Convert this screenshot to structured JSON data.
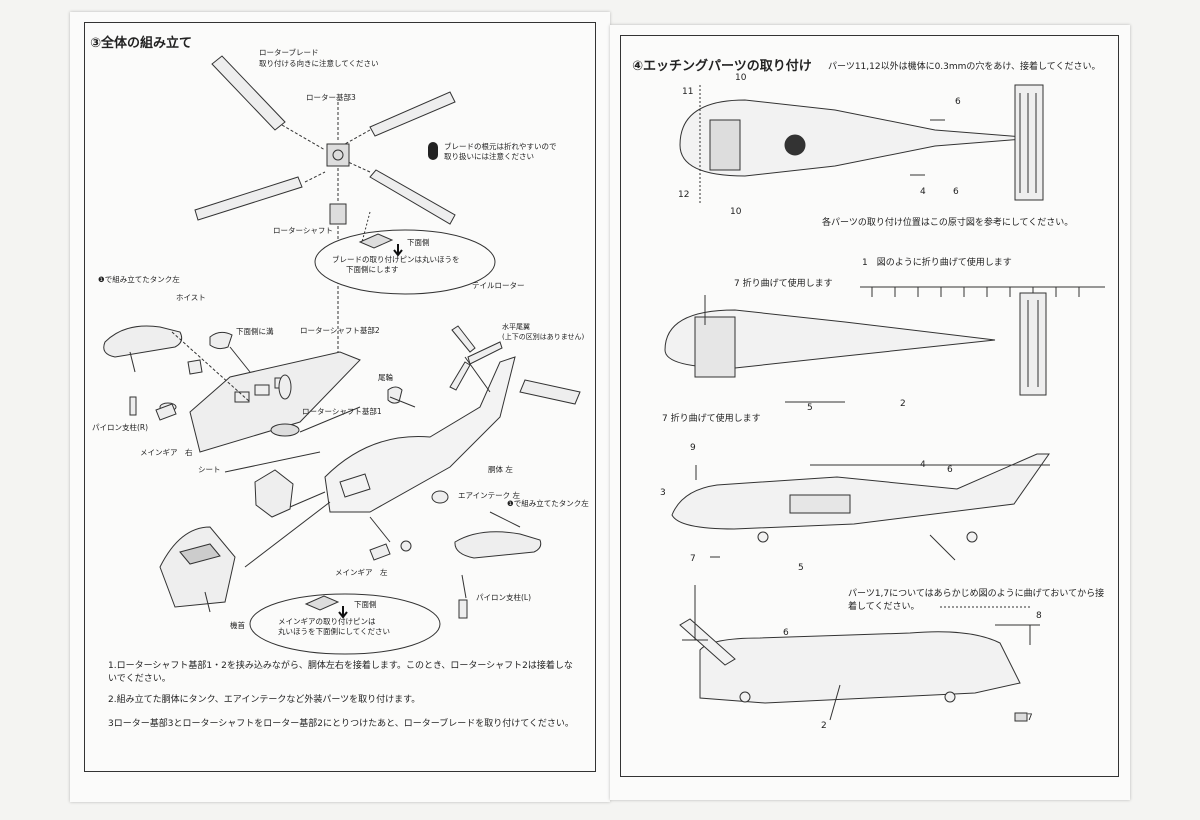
{
  "left_page": {
    "section_title": "③全体の組み立て",
    "labels": {
      "rotor_blade": "ローターブレード",
      "rotor_blade_note": "取り付ける向きに注意してください",
      "rotor_hub3": "ローター基部3",
      "rotor_shaft": "ローターシャフト",
      "blade_caution_1": "ブレードの根元は折れやすいので",
      "blade_caution_2": "取り扱いには注意ください",
      "bottom_side_top": "下面側",
      "blade_pin_note_1": "ブレードの取り付けピンは丸いほうを",
      "blade_pin_note_2": "下面側にします",
      "tank_left_assembled": "❶で組み立てたタンク左",
      "hoist": "ホイスト",
      "groove_bottom": "下面側に溝",
      "rotor_shaft_base2": "ローターシャフト基部2",
      "tail_rotor": "テイルローター",
      "h_stabilizer": "水平尾翼",
      "h_stabilizer_note": "(上下の区別はありません)",
      "tail_wheel": "尾輪",
      "rotor_shaft_base1": "ローターシャフト基部1",
      "pylon_r": "パイロン支柱(R)",
      "main_gear_r": "メインギア　右",
      "seat": "シート",
      "fuselage_left": "胴体 左",
      "air_intake_left": "エアインテーク 左",
      "tank_left_assembled_2": "❶で組み立てたタンク左",
      "main_gear_l": "メインギア　左",
      "pylon_l": "パイロン支柱(L)",
      "nose": "機首",
      "bottom_side_bottom": "下面側",
      "gear_pin_note_1": "メインギアの取り付けピンは",
      "gear_pin_note_2": "丸いほうを下面側にしてください"
    },
    "instructions": [
      "1.ローターシャフト基部1・2を挟み込みながら、胴体左右を接着します。このとき、ローターシャフト2は接着しないでください。",
      "2.組み立てた胴体にタンク、エアインテークなど外装パーツを取り付けます。",
      "3ローター基部3とローターシャフトをローター基部2にとりつけたあと、ローターブレードを取り付けてください。"
    ]
  },
  "right_page": {
    "section_title": "④エッチングパーツの取り付け",
    "header_note": "パーツ11,12以外は機体に0.3mmの穴をあけ、接着してください。",
    "reference_note": "各パーツの取り付け位置はこの原寸図を参考にしてください。",
    "bend_note_1": "1　図のように折り曲げて使用します",
    "bend_note_7a": "7 折り曲げて使用します",
    "bend_note_7b": "7 折り曲げて使用します",
    "prebend_note_1": "パーツ1,7についてはあらかじめ図のように曲げておいてから接",
    "prebend_note_2": "着してください。",
    "numbers": {
      "top_10a": "10",
      "top_11": "11",
      "top_6a": "6",
      "top_12": "12",
      "top_10b": "10",
      "top_4": "4",
      "top_6b": "6",
      "mid_5": "5",
      "mid_2": "2",
      "side_9": "9",
      "side_4": "4",
      "side_6": "6",
      "side_3": "3",
      "side_7": "7",
      "side_5": "5",
      "bottom_6": "6",
      "bottom_8": "8",
      "bottom_2": "2",
      "bottom_7": "7"
    }
  }
}
